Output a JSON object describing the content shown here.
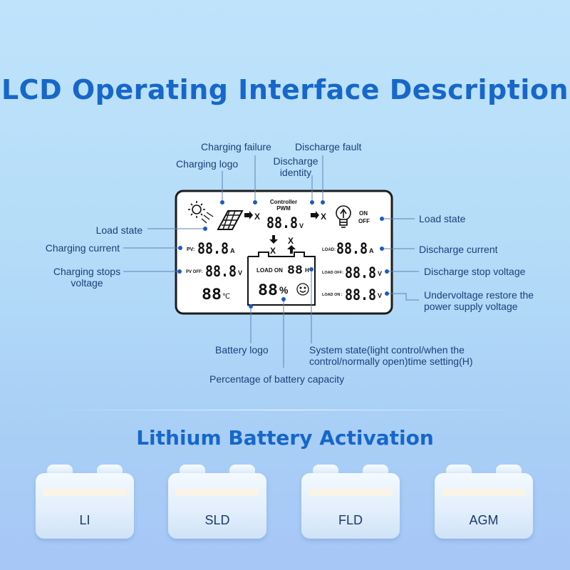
{
  "title": "LCD Operating Interface Description",
  "subtitle": "Lithium Battery Activation",
  "lcd": {
    "controller_line1": "Controller",
    "controller_line2": "PWM",
    "pv_label": "PV:",
    "pv_off_label": "PV OFF:",
    "load_label": "LOAD:",
    "load_off_label": "LOAD OFF:",
    "load_on_label": "LOAD ON :",
    "load_on_center": "LOAD ON",
    "digits": "88.8",
    "digits_short": "88",
    "unit_a": "A",
    "unit_v": "V",
    "unit_c": "℃",
    "unit_h": "H",
    "percent": "%",
    "x_mark": "X",
    "on": "ON",
    "off": "OFF"
  },
  "labels": {
    "charging_failure": "Charging failure",
    "discharge_fault": "Discharge fault",
    "charging_logo": "Charging logo",
    "discharge_identity": "Discharge identity",
    "load_state_left": "Load state",
    "load_state_right": "Load state",
    "charging_current": "Charging current",
    "charging_stops_voltage": "Charging stops voltage",
    "discharge_current": "Discharge current",
    "discharge_stop_voltage": "Discharge stop voltage",
    "undervoltage_restore": "Undervoltage restore the power supply voltage",
    "battery_logo": "Battery logo",
    "system_state": "System state(light control/when the control/normally open)time setting(H)",
    "percentage_capacity": "Percentage of battery capacity"
  },
  "batteries": [
    {
      "name": "LI"
    },
    {
      "name": "SLD"
    },
    {
      "name": "FLD"
    },
    {
      "name": "AGM"
    }
  ],
  "colors": {
    "title": "#1667c9",
    "marker": "#1a5cc0",
    "label": "#1a3f7a"
  }
}
